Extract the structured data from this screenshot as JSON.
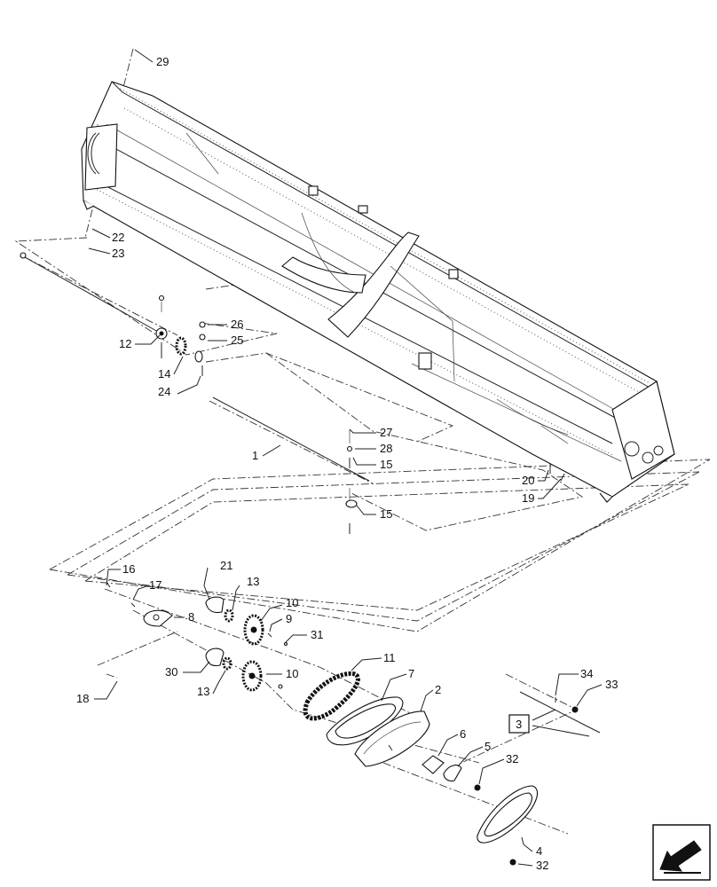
{
  "diagram": {
    "callouts": [
      {
        "id": "c29",
        "label": "29"
      },
      {
        "id": "c22",
        "label": "22"
      },
      {
        "id": "c23",
        "label": "23"
      },
      {
        "id": "c26",
        "label": "26"
      },
      {
        "id": "c25",
        "label": "25"
      },
      {
        "id": "c12",
        "label": "12"
      },
      {
        "id": "c14",
        "label": "14"
      },
      {
        "id": "c24",
        "label": "24"
      },
      {
        "id": "c27",
        "label": "27"
      },
      {
        "id": "c28",
        "label": "28"
      },
      {
        "id": "c15a",
        "label": "15"
      },
      {
        "id": "c1",
        "label": "1"
      },
      {
        "id": "c15b",
        "label": "15"
      },
      {
        "id": "c20",
        "label": "20"
      },
      {
        "id": "c19",
        "label": "19"
      },
      {
        "id": "c16",
        "label": "16"
      },
      {
        "id": "c21",
        "label": "21"
      },
      {
        "id": "c17",
        "label": "17"
      },
      {
        "id": "c13a",
        "label": "13"
      },
      {
        "id": "c8",
        "label": "8"
      },
      {
        "id": "c10a",
        "label": "10"
      },
      {
        "id": "c9",
        "label": "9"
      },
      {
        "id": "c31",
        "label": "31"
      },
      {
        "id": "c11",
        "label": "11"
      },
      {
        "id": "c30",
        "label": "30"
      },
      {
        "id": "c13b",
        "label": "13"
      },
      {
        "id": "c10b",
        "label": "10"
      },
      {
        "id": "c18",
        "label": "18"
      },
      {
        "id": "c7",
        "label": "7"
      },
      {
        "id": "c2",
        "label": "2"
      },
      {
        "id": "c6",
        "label": "6"
      },
      {
        "id": "c5",
        "label": "5"
      },
      {
        "id": "c32a",
        "label": "32"
      },
      {
        "id": "c34",
        "label": "34"
      },
      {
        "id": "c33",
        "label": "33"
      },
      {
        "id": "c3",
        "label": "3"
      },
      {
        "id": "c4",
        "label": "4"
      },
      {
        "id": "c32b",
        "label": "32"
      }
    ]
  }
}
